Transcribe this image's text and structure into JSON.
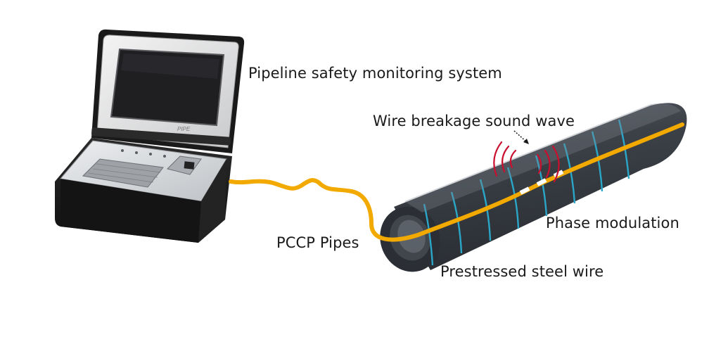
{
  "labels": {
    "monitoring_system": "Pipeline safety monitoring system",
    "wire_breakage": "Wire breakage sound wave",
    "phase_modulation": "Phase modulation",
    "pccp_pipes": "PCCP Pipes",
    "prestressed_wire": "Prestressed steel wire"
  },
  "device": {
    "screen_brand": "PIPE"
  },
  "colors": {
    "fiber": "#f2a900",
    "pipe": "#3a3f46",
    "wire_band": "#2aa6c8",
    "sound_wave": "#c8102e",
    "device_body": "#1b1b1b",
    "device_panel": "#d9dadc"
  }
}
